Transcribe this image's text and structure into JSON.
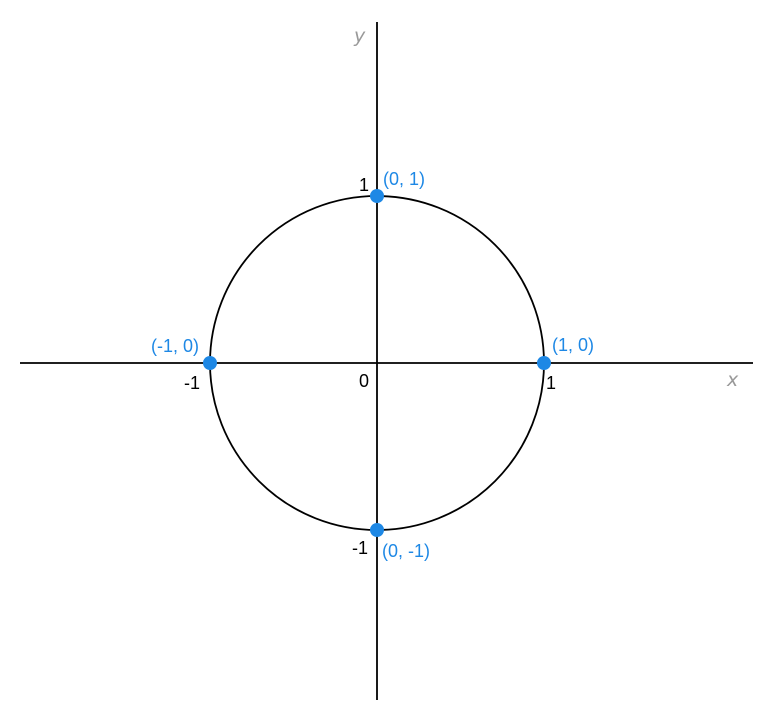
{
  "axes": {
    "x_label": "x",
    "y_label": "y",
    "origin_label": "0",
    "x_ticks": [
      {
        "value": -1,
        "label": "-1"
      },
      {
        "value": 1,
        "label": "1"
      }
    ],
    "y_ticks": [
      {
        "value": 1,
        "label": "1"
      },
      {
        "value": -1,
        "label": "-1"
      }
    ]
  },
  "circle": {
    "center": [
      0,
      0
    ],
    "radius": 1
  },
  "points": [
    {
      "x": 0,
      "y": 1,
      "label": "(0, 1)"
    },
    {
      "x": 1,
      "y": 0,
      "label": "(1, 0)"
    },
    {
      "x": -1,
      "y": 0,
      "label": "(-1, 0)"
    },
    {
      "x": 0,
      "y": -1,
      "label": "(0, -1)"
    }
  ],
  "colors": {
    "axis": "#000000",
    "circle": "#000000",
    "point": "#1e88e5",
    "axis_name": "#999999",
    "tick": "#000000"
  }
}
